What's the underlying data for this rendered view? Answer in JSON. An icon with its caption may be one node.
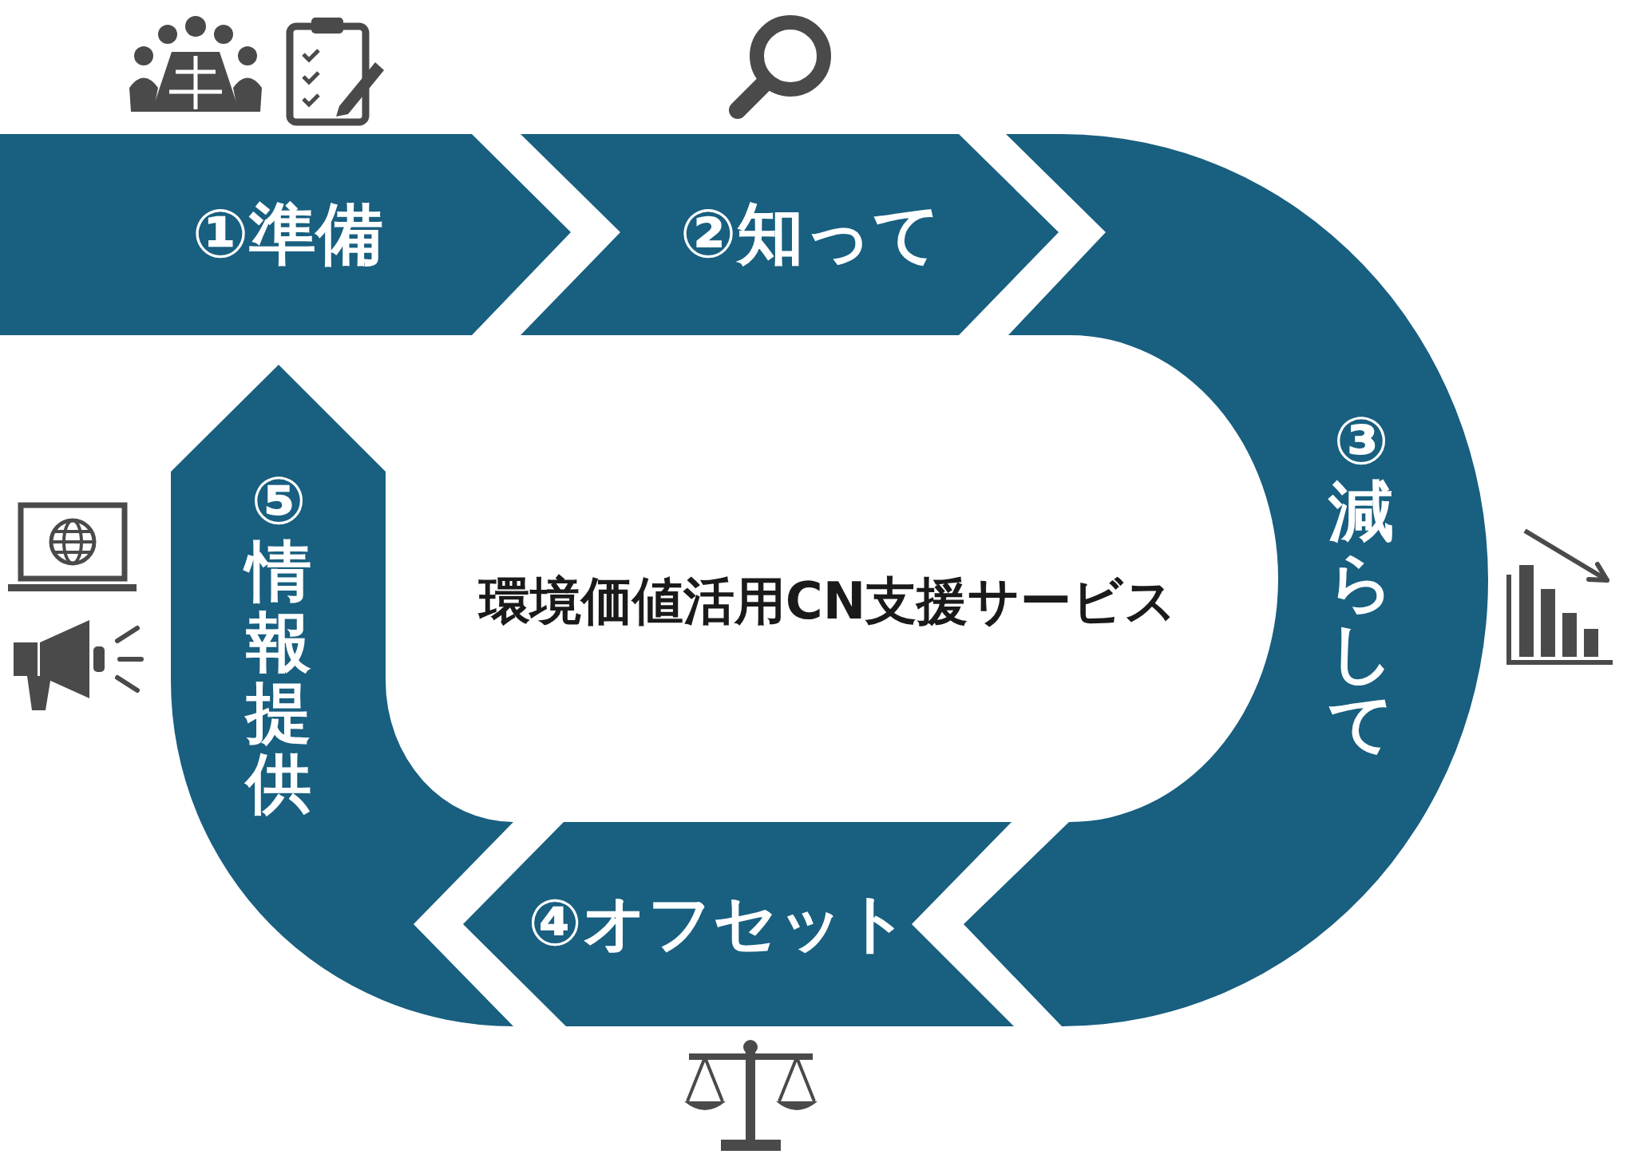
{
  "diagram": {
    "title": "環境価値活用CN支援サービス",
    "nodes": [
      {
        "text": [
          "①準備"
        ]
      },
      {
        "text": [
          "②知って"
        ]
      },
      {
        "text": [
          "③減らして"
        ]
      },
      {
        "text": [
          "④オフセット"
        ]
      },
      {
        "text": [
          "⑤情報提供"
        ]
      }
    ]
  }
}
